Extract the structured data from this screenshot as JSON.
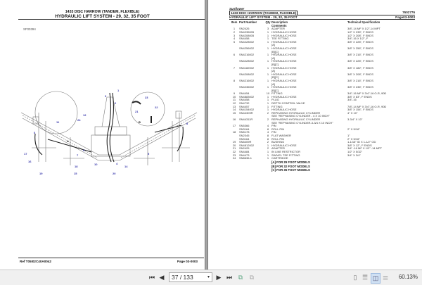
{
  "left_page": {
    "title_line1": "1433 DISC HARROW (TANDEM, FLEXIBLE)",
    "title_line2": "HYDRAULIC LIFT SYSTEM - 29, 32, 35 FOOT",
    "figure_code": "SF00394",
    "callouts": [
      "1",
      "2",
      "3",
      "4",
      "5",
      "6",
      "7",
      "8",
      "9",
      "10",
      "11",
      "12",
      "14",
      "15",
      "16",
      "17",
      "18",
      "19",
      "20",
      "21",
      "22",
      "23",
      "24",
      "A",
      "B"
    ],
    "footer_ref": "Ref  T05I02C40A0042",
    "footer_page": "Page  03-0003"
  },
  "right_page": {
    "brand": "Sunflower",
    "title": "1433 DISC HARROW (TANDEM, FLEXIBLE)",
    "doc_number": "7602776",
    "subtitle": "HYDRAULIC LIFT SYSTEM - 29, 32, 35 FOOT",
    "page_ref": "Page03-0003",
    "headers": {
      "item": "Item",
      "part": "Part Number",
      "qty": "Qty",
      "desc": "Description",
      "comments": "Comments",
      "spec": "Technical Specification"
    },
    "rows": [
      {
        "item": "1",
        "part": "SN2426",
        "qty": "3",
        "desc": "ADAPTER",
        "spec": "3/8\"-14 MF X 1/2\"-14 MPT"
      },
      {
        "item": "2",
        "part": "SN4235005",
        "qty": "1",
        "desc": "HYDRAULIC HOSE",
        "spec": "1/2\" X 235\", F ENDS"
      },
      {
        "item": "3",
        "part": "SN4208005",
        "qty": "1",
        "desc": "HYDRAULIC HOSE",
        "spec": "1/2\" X 208\", F ENDS"
      },
      {
        "item": "4",
        "part": "SN4458",
        "qty": "1",
        "desc": "TEE FITTING",
        "spec": "3/4\"-16  X 1/2\", F"
      },
      {
        "item": "5",
        "part": "SN4228002",
        "qty": "1",
        "desc": "HYDRAULIC HOSE",
        "spec": "3/8\" X 228\", F ENDS"
      },
      {
        "item": "",
        "part": "",
        "qty": "",
        "desc": "[A]",
        "spec": ""
      },
      {
        "item": "",
        "part": "SN4256002",
        "qty": "1",
        "desc": "HYDRAULIC HOSE",
        "spec": "3/8\" X 256\", F ENDS"
      },
      {
        "item": "",
        "part": "",
        "qty": "",
        "desc": "[B][C]",
        "spec": ""
      },
      {
        "item": "6",
        "part": "SN4216002",
        "qty": "1",
        "desc": "HYDRAULIC HOSE",
        "spec": "3/8\" X 216\", F ENDS"
      },
      {
        "item": "",
        "part": "",
        "qty": "",
        "desc": "[A]",
        "spec": ""
      },
      {
        "item": "",
        "part": "SN4228002",
        "qty": "1",
        "desc": "HYDRAULIC HOSE",
        "spec": "3/8\" X 228\", F ENDS"
      },
      {
        "item": "",
        "part": "",
        "qty": "",
        "desc": "[B][C]",
        "spec": ""
      },
      {
        "item": "7",
        "part": "SN4182002",
        "qty": "1",
        "desc": "HYDRAULIC HOSE",
        "spec": "3/8\" X 182\", F ENDS"
      },
      {
        "item": "",
        "part": "",
        "qty": "",
        "desc": "[A]",
        "spec": ""
      },
      {
        "item": "",
        "part": "SN4208002",
        "qty": "1",
        "desc": "HYDRAULIC HOSE",
        "spec": "3/8\" X 208\", F ENDS"
      },
      {
        "item": "",
        "part": "",
        "qty": "",
        "desc": "[B][C]",
        "spec": ""
      },
      {
        "item": "8",
        "part": "SN4216002",
        "qty": "1",
        "desc": "HYDRAULIC HOSE",
        "spec": "3/8\" X 216\", F ENDS"
      },
      {
        "item": "",
        "part": "",
        "qty": "",
        "desc": "[A]",
        "spec": ""
      },
      {
        "item": "",
        "part": "SN4236002",
        "qty": "1",
        "desc": "HYDRAULIC HOSE",
        "spec": "3/8\" X 236\", F ENDS"
      },
      {
        "item": "",
        "part": "",
        "qty": "",
        "desc": "[B][C]",
        "spec": ""
      },
      {
        "item": "9",
        "part": "SN4454",
        "qty": "10",
        "desc": "FITTING",
        "spec": "3/4\"-16 MF X 3/4\"-16 O-R, 90D"
      },
      {
        "item": "10",
        "part": "SN4883002",
        "qty": "1",
        "desc": "HYDRAULIC HOSE",
        "spec": "3/8\" X 83\", F ENDS"
      },
      {
        "item": "11",
        "part": "SN4458",
        "qty": "1",
        "desc": "PLUG",
        "spec": "3/4\"-16"
      },
      {
        "item": "12",
        "part": "SN4732",
        "qty": "1",
        "desc": "DEPTH CONTROL VALVE",
        "spec": ""
      },
      {
        "item": "13",
        "part": "SN4457",
        "qty": "1",
        "desc": "FITTING",
        "spec": "7/8\"-14 MF X 3/4\"-16 O-R, 90D"
      },
      {
        "item": "14",
        "part": "SN4154002",
        "qty": "1",
        "desc": "HYDRAULIC HOSE",
        "spec": "3/8\" X 154\", F ENDS"
      },
      {
        "item": "15",
        "part": "SN44309R",
        "qty": "2",
        "desc": "REPHASING HYDRAULIC CYLINDER",
        "spec": "4\" X 10\""
      },
      {
        "item": "",
        "part": "",
        "qty": "",
        "desc": "SEE \"REPHASING CYLINDER - 4 X 10 INCH\"",
        "spec": ""
      },
      {
        "item": "16",
        "part": "SN44311R",
        "qty": "2",
        "desc": "REPHASING HYDRAULIC CYLINDER",
        "spec": "3-3/4\" X 10\""
      },
      {
        "item": "",
        "part": "",
        "qty": "",
        "desc": "SEE \"REPHASING CYLINDER-3-3/4 X 10 INCH\"",
        "spec": ""
      },
      {
        "item": "17",
        "part": "SN5366",
        "qty": "4",
        "desc": "PIN",
        "spec": ""
      },
      {
        "item": "",
        "part": "SN3164",
        "qty": "8",
        "desc": "ROLL PIN",
        "spec": "2\" X 5/16\""
      },
      {
        "item": "18",
        "part": "SN5178",
        "qty": "4",
        "desc": "PIN",
        "spec": ""
      },
      {
        "item": "",
        "part": "SN2345",
        "qty": "8",
        "desc": "FLAT WASHER",
        "spec": "1\""
      },
      {
        "item": "",
        "part": "SN3164",
        "qty": "8",
        "desc": "ROLL PIN",
        "spec": "2\" X 5/16\""
      },
      {
        "item": "19",
        "part": "SN5409R",
        "qty": "2",
        "desc": "BUSHING",
        "spec": "1-1/16\" ID X 1-1/2\" OD"
      },
      {
        "item": "20",
        "part": "SN4812002",
        "qty": "1",
        "desc": "HYDRAULIC HOSE",
        "spec": "3/8\" X 12\", F ENDS"
      },
      {
        "item": "21",
        "part": "SN2425",
        "qty": "2",
        "desc": "ADAPTER",
        "spec": "3/4\" -16 MF X 1/2\" -14 MPT"
      },
      {
        "item": "22",
        "part": "SN4484",
        "qty": "1",
        "desc": "IN LINE RESTRICTOR",
        "spec": "1/2\" X 5/32\""
      },
      {
        "item": "23",
        "part": "SN4473",
        "qty": "1",
        "desc": "SWIVEL TEE FITTING",
        "spec": "3/4\" X 3/4\""
      },
      {
        "item": "24",
        "part": "SN8636-1",
        "qty": "1",
        "desc": "CARTRIDGE",
        "spec": ""
      }
    ],
    "notes": [
      "[A] FOR 29 FOOT MODELS",
      "[B] FOR 32 FOOT MODELS",
      "[C] FOR 35 FOOT MODELS"
    ]
  },
  "toolbar": {
    "first_page_icon": "first-page-icon",
    "prev_page_icon": "prev-page-icon",
    "page_value": "37 / 133",
    "next_page_icon": "next-page-icon",
    "last_page_icon": "last-page-icon",
    "zoom_level": "60.13%",
    "view_modes": [
      "single-page",
      "continuous",
      "two-page",
      "two-page-continuous"
    ],
    "selected_view": "two-page",
    "accent_color": "#cfe0f3"
  }
}
